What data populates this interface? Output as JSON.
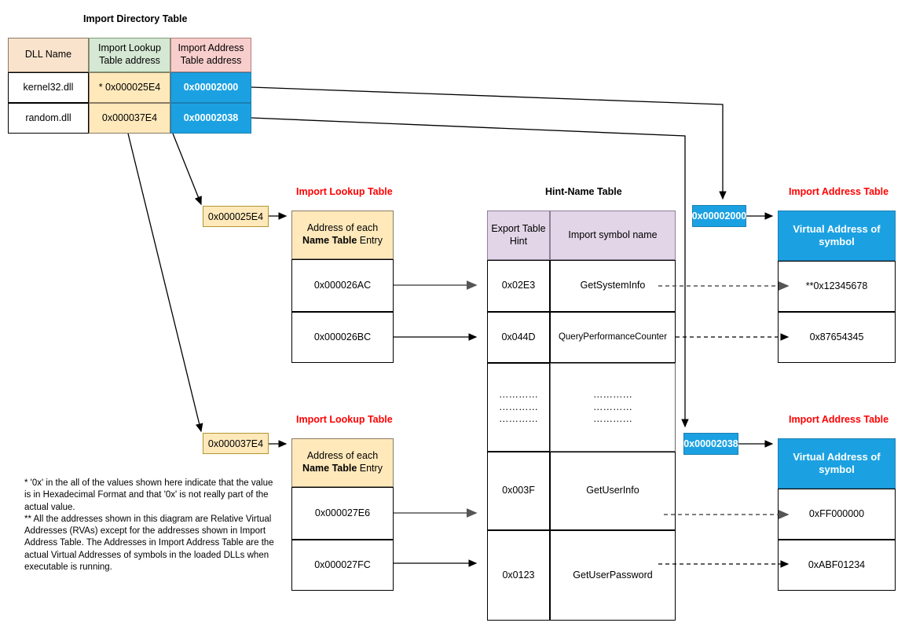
{
  "import_directory_table": {
    "title": "Import Directory Table",
    "headers": [
      "DLL Name",
      "Import Lookup\nTable address",
      "Import Address\nTable address"
    ],
    "rows": [
      {
        "dll_name": "kernel32.dll",
        "ilt_address": "* 0x000025E4",
        "iat_address": "0x00002000"
      },
      {
        "dll_name": "random.dll",
        "ilt_address": "0x000037E4",
        "iat_address": "0x00002038"
      }
    ]
  },
  "section_titles": {
    "import_lookup_table": "Import Lookup Table",
    "hint_name_table": "Hint-Name Table",
    "import_address_table": "Import Address Table"
  },
  "ilt_pointer_badges": [
    "0x000025E4",
    "0x000037E4"
  ],
  "iat_pointer_badges": [
    "0x00002000",
    "0x00002038"
  ],
  "import_lookup_tables": [
    {
      "header": "Address of each Name Table Entry",
      "header_parts": {
        "a": "Address of each ",
        "b": "Name Table",
        "c": " Entry"
      },
      "entries": [
        "0x000026AC",
        "0x000026BC"
      ]
    },
    {
      "header": "Address of each Name Table Entry",
      "header_parts": {
        "a": "Address of each ",
        "b": "Name Table",
        "c": " Entry"
      },
      "entries": [
        "0x000027E6",
        "0x000027FC"
      ]
    }
  ],
  "hint_name_table": {
    "headers": [
      "Export Table\nHint",
      "Import symbol name"
    ],
    "rows": [
      {
        "hint": "0x02E3",
        "symbol": "GetSystemInfo"
      },
      {
        "hint": "0x044D",
        "symbol": "QueryPerformanceCounter"
      },
      {
        "hint": "…………\n…………\n…………",
        "symbol": "…………\n…………\n…………"
      },
      {
        "hint": "0x003F",
        "symbol": "GetUserInfo"
      },
      {
        "hint": "0x0123",
        "symbol": "GetUserPassword"
      }
    ],
    "ellipsis_text": "•••••••••••"
  },
  "import_address_tables": [
    {
      "header": "Virtual Address of symbol",
      "entries": [
        "**0x12345678",
        "0x87654345"
      ]
    },
    {
      "header": "Virtual Address of symbol",
      "entries": [
        "0xFF000000",
        "0xABF01234"
      ]
    }
  ],
  "footnote": "* '0x' in the all of the values shown here indicate that the value is in Hexadecimal Format and that '0x' is not really part of the actual value.\n** All the addresses shown in this diagram are Relative Virtual Addresses (RVAs) except for the addresses shown in Import Address Table. The Addresses in Import Address Table are the actual Virtual Addresses of symbols in the loaded DLLs when executable is running.",
  "colors": {
    "peach": "#fae3cd",
    "green": "#d5e8d4",
    "pink": "#f8cecc",
    "yellow": "#ffe9bb",
    "blue": "#1ba1e2",
    "purple": "#e1d5e7",
    "red_title": "#ff0000"
  }
}
